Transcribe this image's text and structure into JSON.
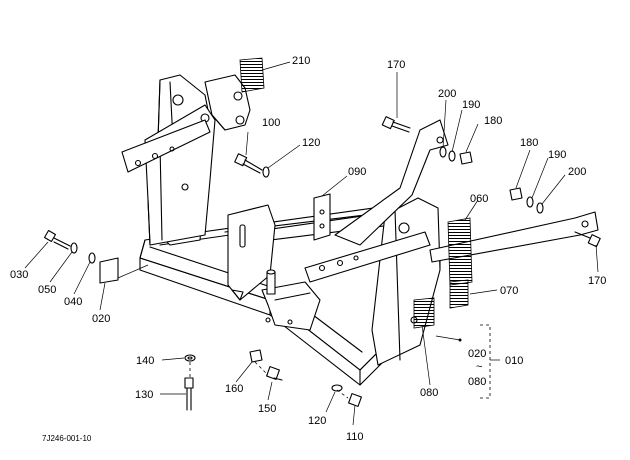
{
  "diagram": {
    "reference_code": "7J246-001-10",
    "labels": {
      "p210": "210",
      "p170a": "170",
      "p200a": "200",
      "p190a": "190",
      "p180a": "180",
      "p100": "100",
      "p120a": "120",
      "p090": "090",
      "p180b": "180",
      "p190b": "190",
      "p200b": "200",
      "p060": "060",
      "p030": "030",
      "p050": "050",
      "p040": "040",
      "p020": "020",
      "p170b": "170",
      "p070": "070",
      "p140": "140",
      "p020r": "020",
      "tilde": "~",
      "p080r": "080",
      "p010": "010",
      "p080": "080",
      "p130": "130",
      "p160": "160",
      "p150": "150",
      "p120b": "120",
      "p110": "110"
    }
  }
}
